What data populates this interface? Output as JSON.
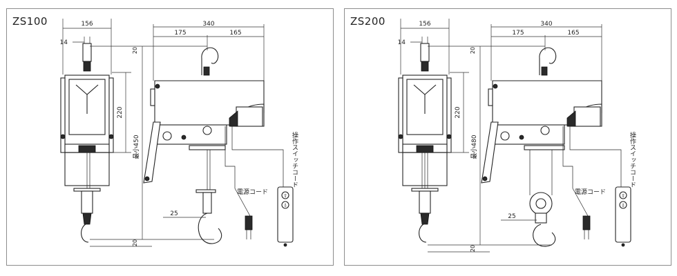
{
  "panels": [
    {
      "model": "ZS100",
      "dims": {
        "width_front": "156",
        "lug": "14",
        "total_len": "340",
        "left_len": "175",
        "right_len": "165",
        "top_gap": "20",
        "body_h": "220",
        "min_h": "最小450",
        "bottom_gap": "20",
        "hook": "25"
      },
      "labels": {
        "pendant_cord": "操作スイッチコード",
        "power_cord": "電源コード"
      },
      "pendant_arrows": {
        "up": "⇧",
        "down": "⇩"
      }
    },
    {
      "model": "ZS200",
      "dims": {
        "width_front": "156",
        "lug": "14",
        "total_len": "340",
        "left_len": "175",
        "right_len": "165",
        "top_gap": "20",
        "body_h": "220",
        "min_h": "最小480",
        "bottom_gap": "20",
        "hook": "25"
      },
      "labels": {
        "pendant_cord": "操作スイッチコード",
        "power_cord": "電源コード"
      },
      "pendant_arrows": {
        "up": "⇧",
        "down": "⇩"
      }
    }
  ]
}
